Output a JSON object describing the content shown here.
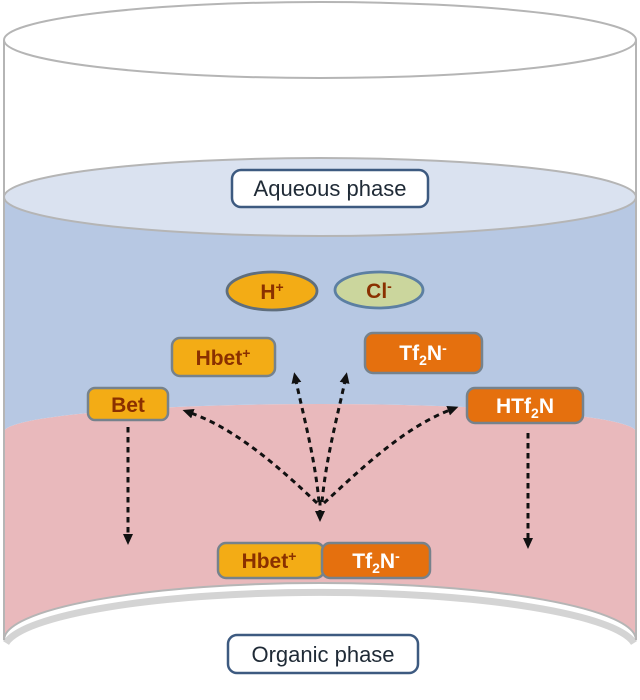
{
  "diagram": {
    "aqueous_label": "Aqueous phase",
    "organic_label": "Organic phase"
  },
  "species": {
    "h_ion": {
      "base": "H",
      "sup": "+"
    },
    "cl_ion": {
      "base": "Cl",
      "sup": "-"
    },
    "hbet_aqueous": {
      "base": "Hbet",
      "sup": "+"
    },
    "tf2n_aqueous": {
      "pre": "Tf",
      "sub": "2",
      "mid": "N",
      "sup": "-"
    },
    "bet_aqueous": {
      "base": "Bet"
    },
    "htf2n_aqueous": {
      "pre": "HTf",
      "sub": "2",
      "mid": "N"
    },
    "hbet_organic": {
      "base": "Hbet",
      "sup": "+"
    },
    "tf2n_organic": {
      "pre": "Tf",
      "sub": "2",
      "mid": "N",
      "sup": "-"
    }
  },
  "colors": {
    "aqueous_surface": "#dae2f0",
    "aqueous_body": "#b7c8e3",
    "organic_body": "#e9b9bc",
    "glass_outline": "#b5b5b5",
    "shadow": "#cccccc",
    "label_border": "#3d5a80",
    "label_text": "#1f2a36",
    "yellow_fill": "#f3ac15",
    "yellow_text": "#8a3000",
    "orange_fill": "#e5700e",
    "orange_text": "#ffffff",
    "green_fill": "#cbd69d",
    "green_border": "#5c7fa2",
    "gold_border": "#5f6e7d",
    "chip_border": "#76828c",
    "arrow": "#111111"
  }
}
